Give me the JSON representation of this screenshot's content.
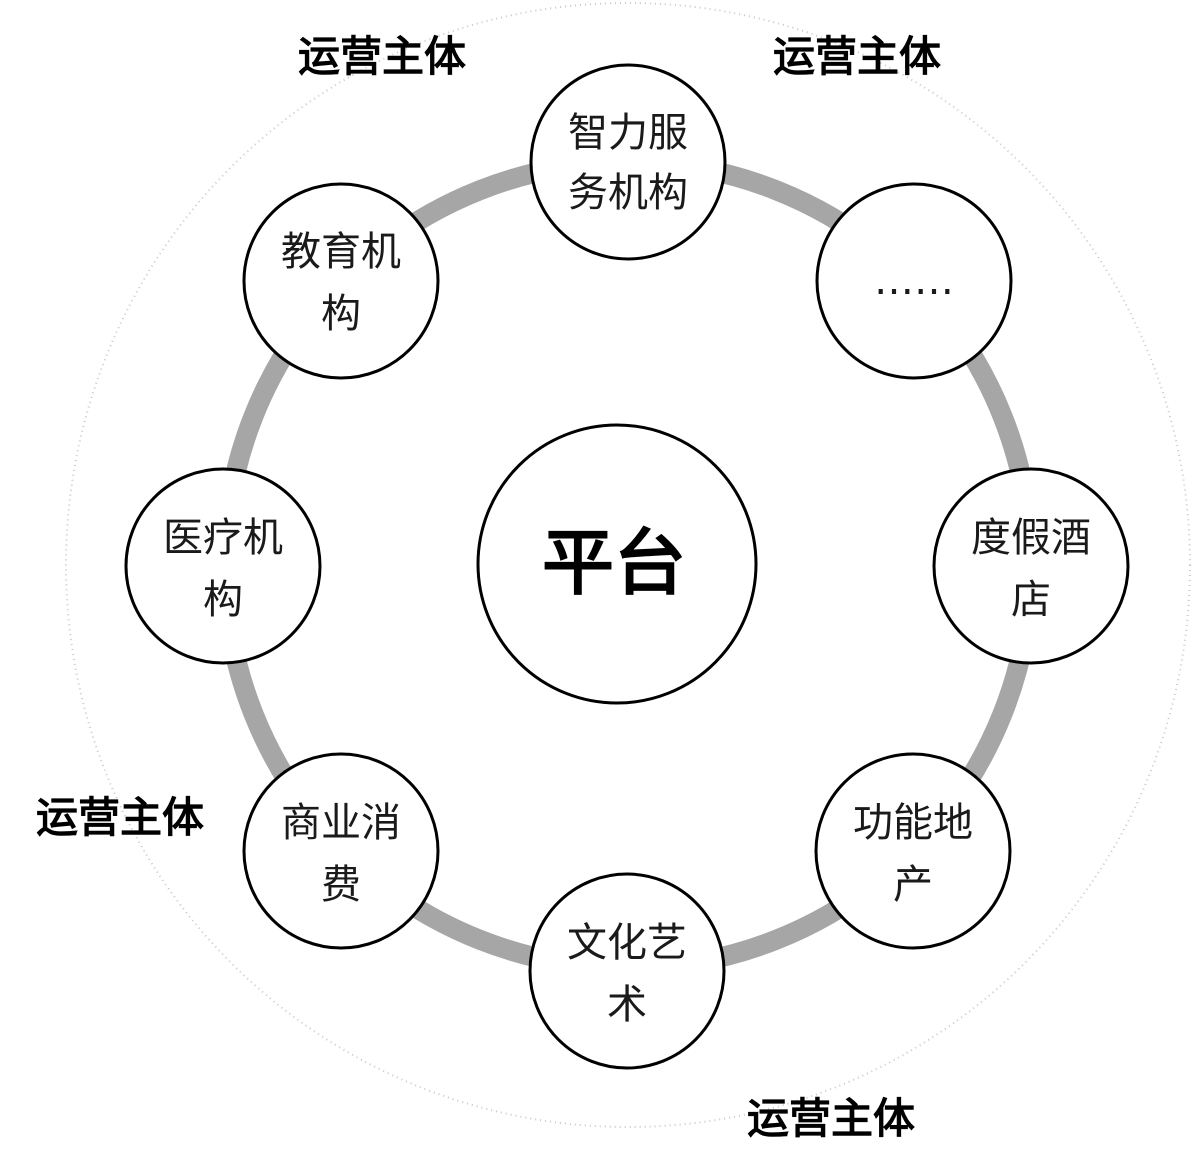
{
  "center": {
    "label": "平台"
  },
  "nodes": [
    {
      "id": "smart-service",
      "lines": [
        "智力服",
        "务机构"
      ]
    },
    {
      "id": "more",
      "lines": [
        "……"
      ]
    },
    {
      "id": "resort-hotel",
      "lines": [
        "度假酒",
        "店"
      ]
    },
    {
      "id": "functional-realestate",
      "lines": [
        "功能地",
        "产"
      ]
    },
    {
      "id": "culture-art",
      "lines": [
        "文化艺",
        "术"
      ]
    },
    {
      "id": "commerce",
      "lines": [
        "商业消",
        "费"
      ]
    },
    {
      "id": "medical",
      "lines": [
        "医疗机",
        "构"
      ]
    },
    {
      "id": "education",
      "lines": [
        "教育机",
        "构"
      ]
    }
  ],
  "operator_labels": {
    "top_left": "运营主体",
    "top_right": "运营主体",
    "bottom_left": "运营主体",
    "bottom_right": "运营主体"
  },
  "colors": {
    "ring": "#a6a6a6",
    "outer_dotted": "#c8c8c8",
    "node_stroke": "#000000",
    "node_fill": "#ffffff"
  }
}
